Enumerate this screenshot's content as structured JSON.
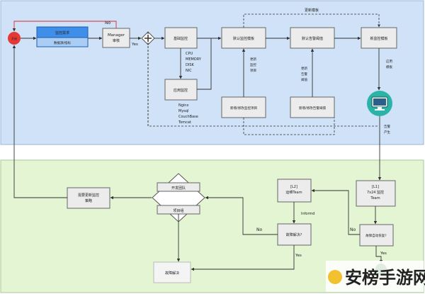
{
  "colors": {
    "top_region": "#cfe2f8",
    "bottom_region": "#e3f5d2",
    "start_circle": "#e53935",
    "primary_box": "#3f8ee8",
    "primary_box_inner": "#a9cdf5",
    "node_fill": "#ececec",
    "arrow": "#333333",
    "no_label": "#d32f2f",
    "yes_label": "#1e88e5",
    "monitor": "#2bb3a7",
    "watermark": "#1a1a1a"
  },
  "top": {
    "start_label": "开始",
    "primary_title": "监控需求",
    "primary_sub": "数据源/指标",
    "manager_line1": "Manager",
    "manager_line2": "审核",
    "no_label": "No",
    "yes_label": "Yes",
    "basic_monitor": "基础监控",
    "basic_items": [
      "CPU",
      "MEMORY",
      "DISK",
      "NIC"
    ],
    "app_monitor": "应用监控",
    "app_items": [
      "Nginx",
      "Mysql",
      "CouchBase",
      "Tomcat"
    ],
    "default_template": "默认监控模板",
    "default_threshold": "默认告警阈值",
    "new_template": "新监控模板",
    "update_template_top": "更新模板",
    "update_items_label": [
      "更新",
      "监控",
      "项目"
    ],
    "update_threshold_label": [
      "更新",
      "告警",
      "阈值"
    ],
    "add_items_box": "新增/修改监控项目",
    "modify_threshold_box": "新增/修改告警阈值",
    "apply_template_label": [
      "应用",
      "模板"
    ],
    "alarm_label": [
      "告警",
      "产生"
    ]
  },
  "bottom": {
    "l1_line1": "[L1]",
    "l1_line2": "7x24 监控",
    "l1_line3": "Team",
    "auto_recover": "故障自动恢复?",
    "l2_line1": "[L2]",
    "l2_line2": "运维Team",
    "inform": "Informd",
    "fault_resolved": "故障解决?",
    "dev_group": "开发团队",
    "project_group": "项目组",
    "need_update": [
      "需要更新监控",
      "策略"
    ],
    "fault_done": "故障解决",
    "no_label": "No",
    "yes_label": "Yes"
  },
  "watermark": "安榜手游网"
}
